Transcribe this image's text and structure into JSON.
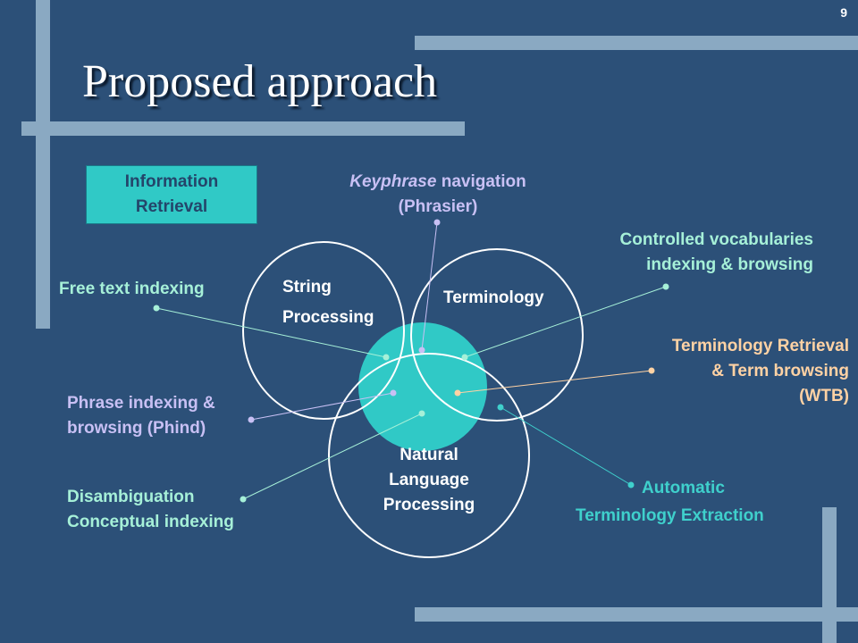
{
  "slide": {
    "number": "9",
    "title": "Proposed approach"
  },
  "box": {
    "line1": "Information",
    "line2": "Retrieval"
  },
  "circles": {
    "string_1": "String",
    "string_2": "Processing",
    "terminology": "Terminology",
    "nlp_1": "Natural",
    "nlp_2": "Language",
    "nlp_3": "Processing"
  },
  "labels": {
    "keyphrase_em": "Keyphrase",
    "keyphrase_rest": " navigation",
    "phrasier": "(Phrasier)",
    "controlled_1": "Controlled vocabularies",
    "controlled_2": "indexing & browsing",
    "free_text": "Free text indexing",
    "term_retrieval_1": "Terminology Retrieval",
    "term_retrieval_2": "& Term browsing",
    "term_retrieval_3": "(WTB)",
    "phrase_1": "Phrase indexing &",
    "phrase_2": "browsing (Phind)",
    "disamb_1": "Disambiguation",
    "disamb_2": "Conceptual indexing",
    "auto_1": "Automatic",
    "auto_2": "Terminology Extraction"
  },
  "colors": {
    "background": "#2c5078",
    "accent_bar": "#8aa9c2",
    "overlap_fill": "#30c9c6"
  }
}
